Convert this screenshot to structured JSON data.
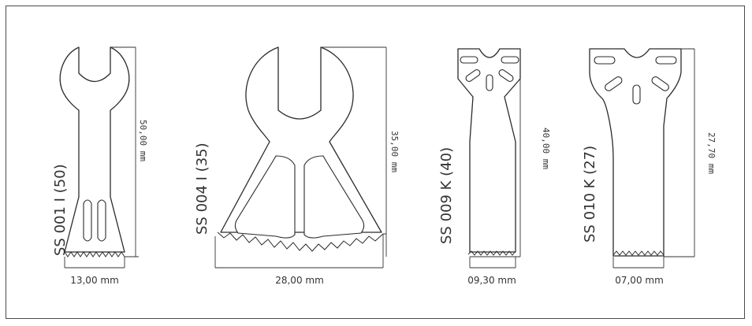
{
  "blades": [
    {
      "code": "SS 001 I (50)",
      "height": "50,00 mm",
      "width": "13,00 mm"
    },
    {
      "code": "SS 004 I (35)",
      "height": "35,00 mm",
      "width": "28,00 mm"
    },
    {
      "code": "SS 009 K (40)",
      "height": "40,00 mm",
      "width": "09,30 mm"
    },
    {
      "code": "SS 010 K (27)",
      "height": "27,70 mm",
      "width": "07,00 mm"
    }
  ],
  "colors": {
    "line": "#2b2b2b",
    "frame": "#4a4a4a",
    "background": "#ffffff"
  }
}
